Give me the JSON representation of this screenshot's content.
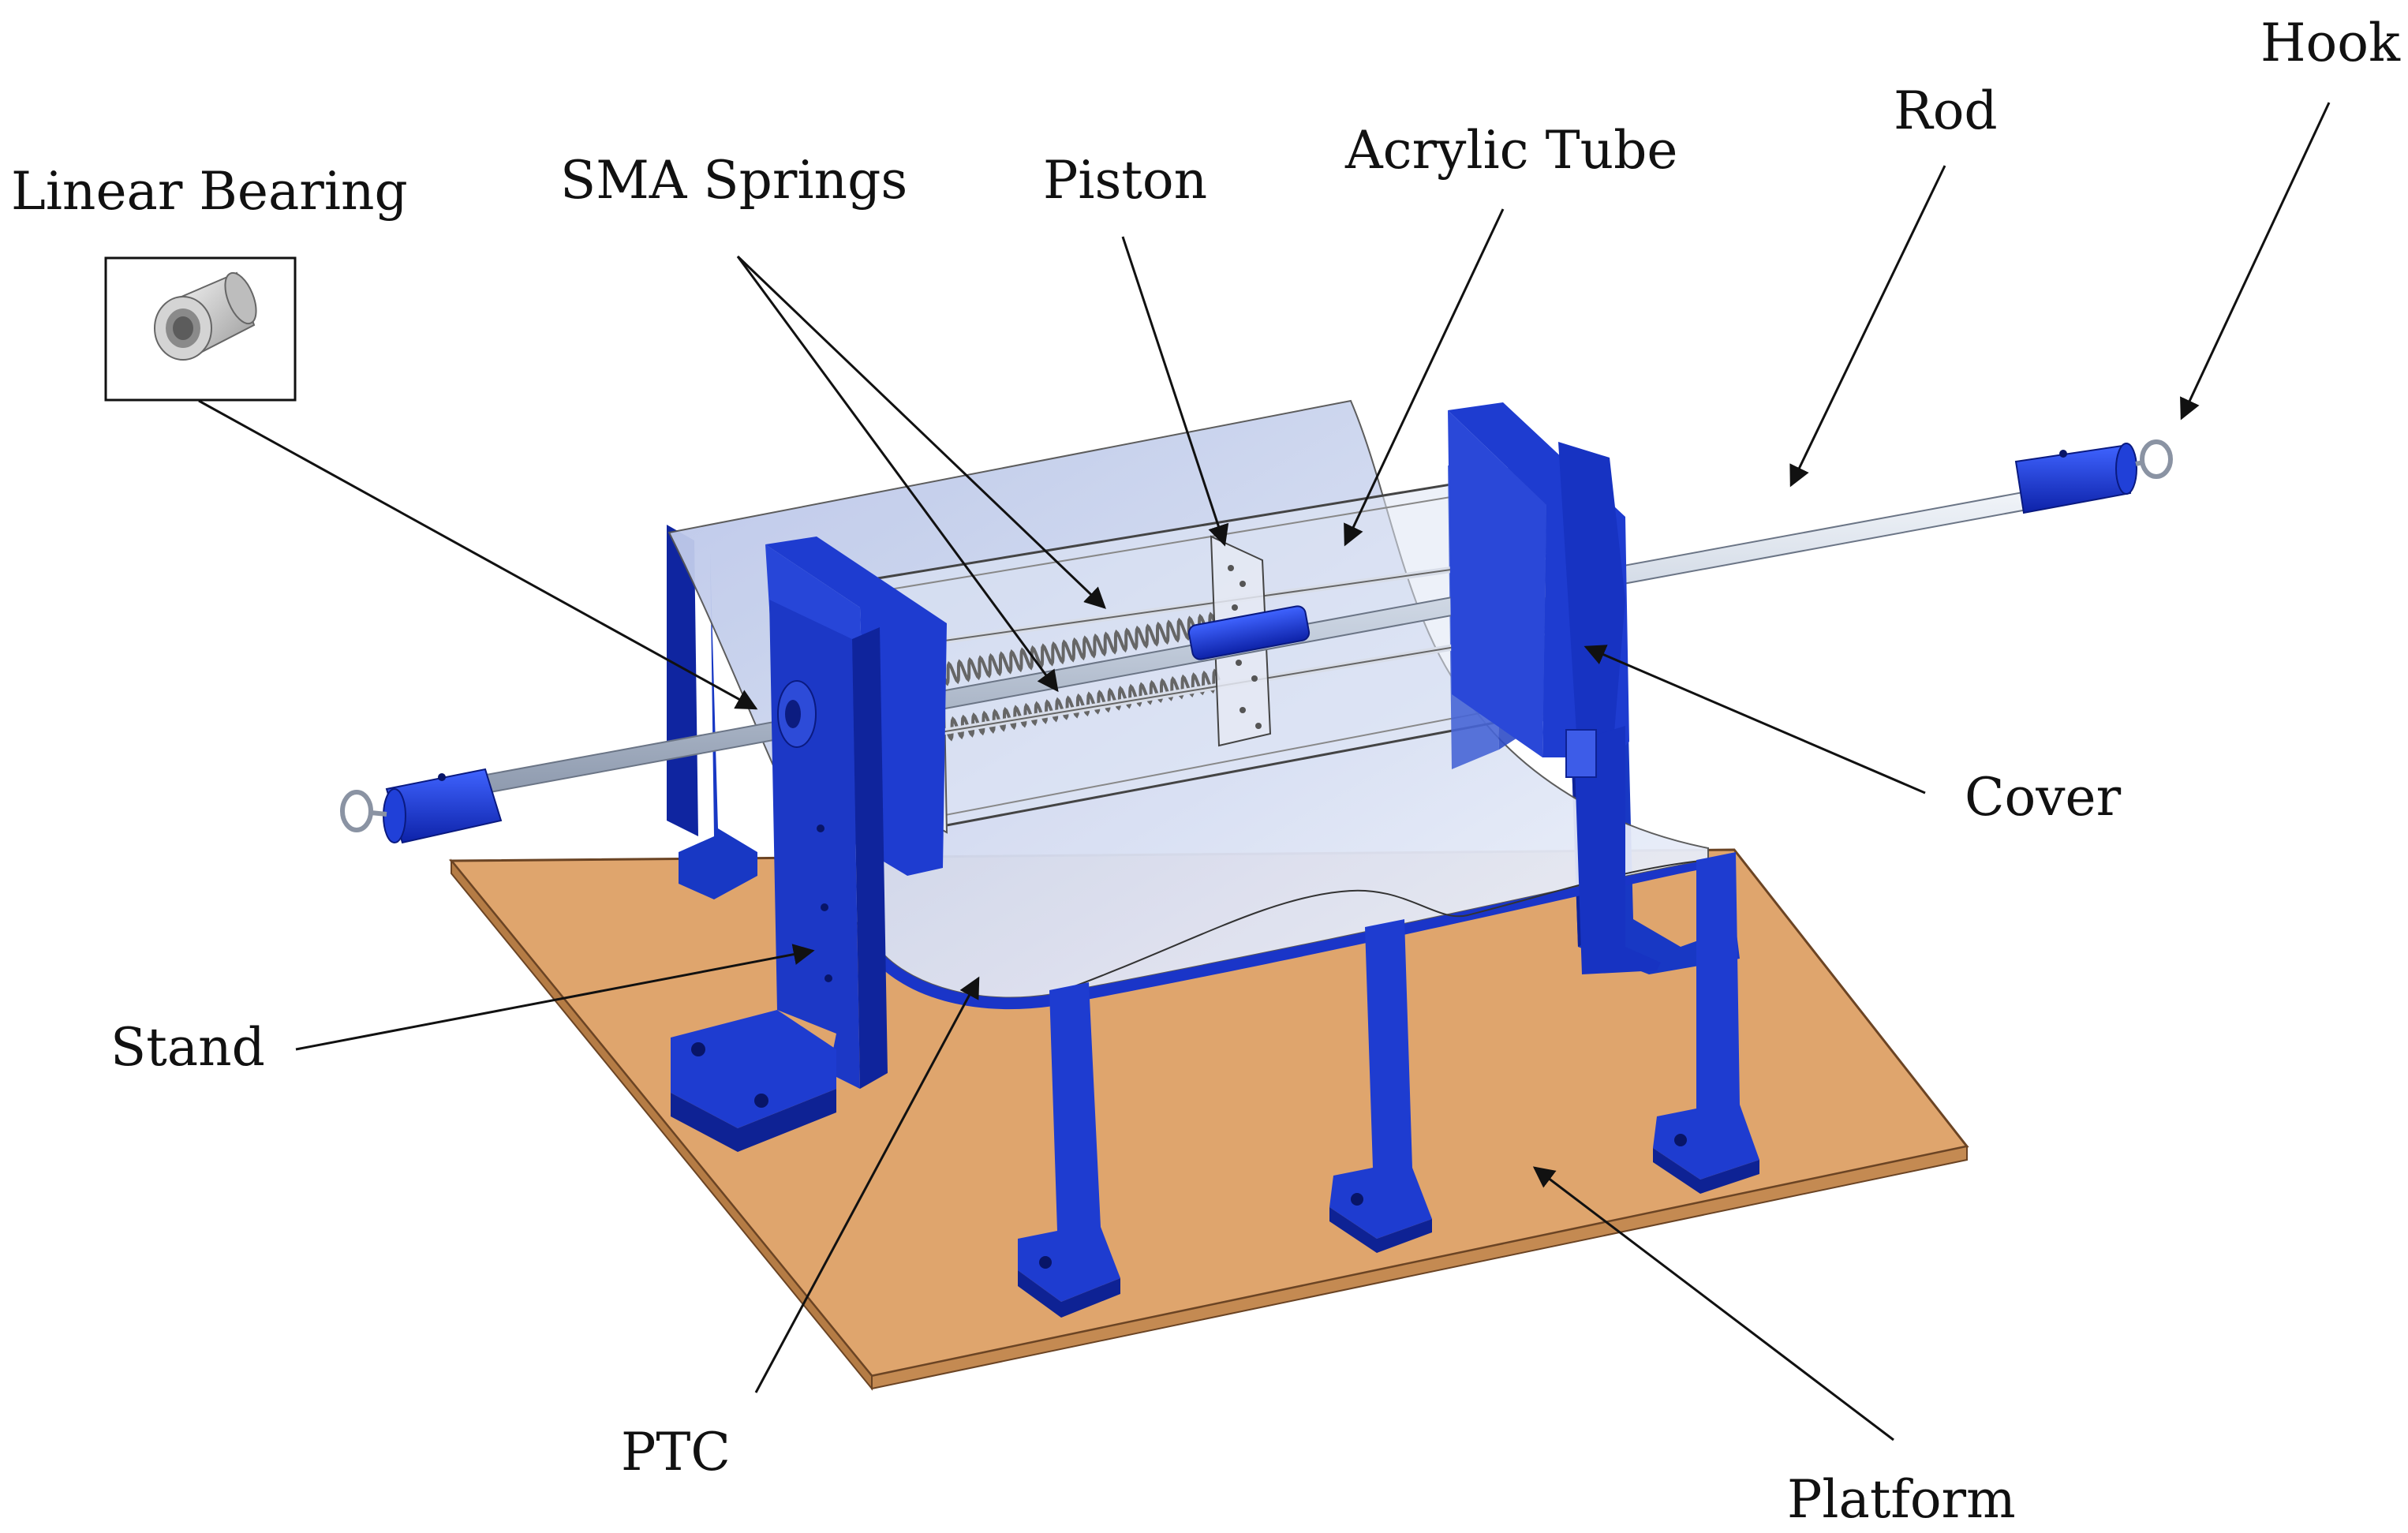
{
  "labels": {
    "linear_bearing": "Linear Bearing",
    "sma_springs": "SMA Springs",
    "piston": "Piston",
    "acrylic_tube": "Acrylic Tube",
    "rod": "Rod",
    "hook": "Hook",
    "cover": "Cover",
    "stand": "Stand",
    "ptc": "PTC",
    "platform": "Platform"
  },
  "colors": {
    "platform": "#dfa56d",
    "stand": "#1a35c8",
    "rod": "#c9d3e2",
    "acrylic": "#dfe5f4",
    "spring": "#666666"
  },
  "icons": {
    "linear_bearing_inset": "linear-bearing-icon"
  }
}
